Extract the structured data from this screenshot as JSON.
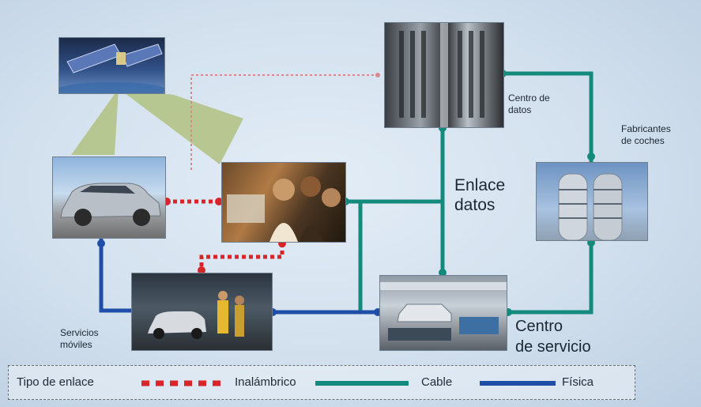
{
  "labels": {
    "data_center": [
      "Centro de",
      "datos"
    ],
    "manufacturers": [
      "Fabricantes",
      "de coches"
    ],
    "data_link": [
      "Enlace",
      "datos"
    ],
    "mobile_services": [
      "Servicios",
      "móviles"
    ],
    "service_center": [
      "Centro",
      "de servicio"
    ]
  },
  "legend": {
    "title": "Tipo de enlace",
    "wireless": "Inalámbrico",
    "cable": "Cable",
    "physical": "Física"
  },
  "images": {
    "satellite": "satellite-image",
    "car": "car-image",
    "people": "people-computer-image",
    "mobile": "mobile-service-image",
    "datacenter": "data-center-building-image",
    "factory": "car-manufacturer-building-image",
    "workshop": "service-center-workshop-image"
  },
  "colors": {
    "wireless": "#d8252a",
    "cable": "#138a7c",
    "physical": "#1f4ea8",
    "beam": "#b7c489"
  }
}
